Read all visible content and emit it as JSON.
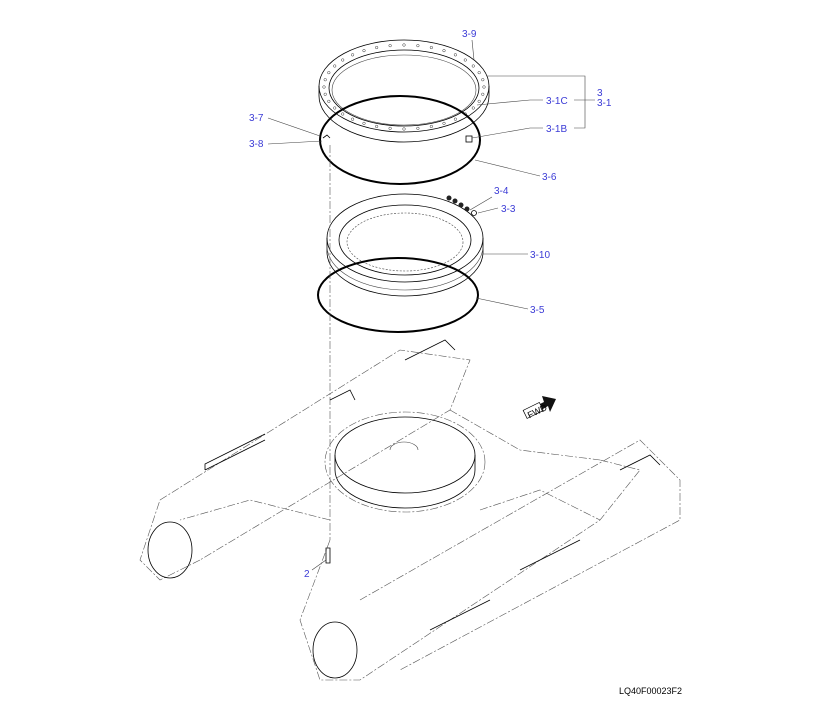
{
  "diagram": {
    "callouts": {
      "c3_9": "3-9",
      "c3": "3",
      "c3_1": "3-1",
      "c3_1C": "3-1C",
      "c3_1B": "3-1B",
      "c3_7": "3-7",
      "c3_8": "3-8",
      "c3_6": "3-6",
      "c3_4": "3-4",
      "c3_3": "3-3",
      "c3_10": "3-10",
      "c3_5": "3-5",
      "c2": "2"
    },
    "fwd_label": "FWD",
    "drawing_code": "LQ40F00023F2",
    "callout_color": "#3b3bd6"
  }
}
